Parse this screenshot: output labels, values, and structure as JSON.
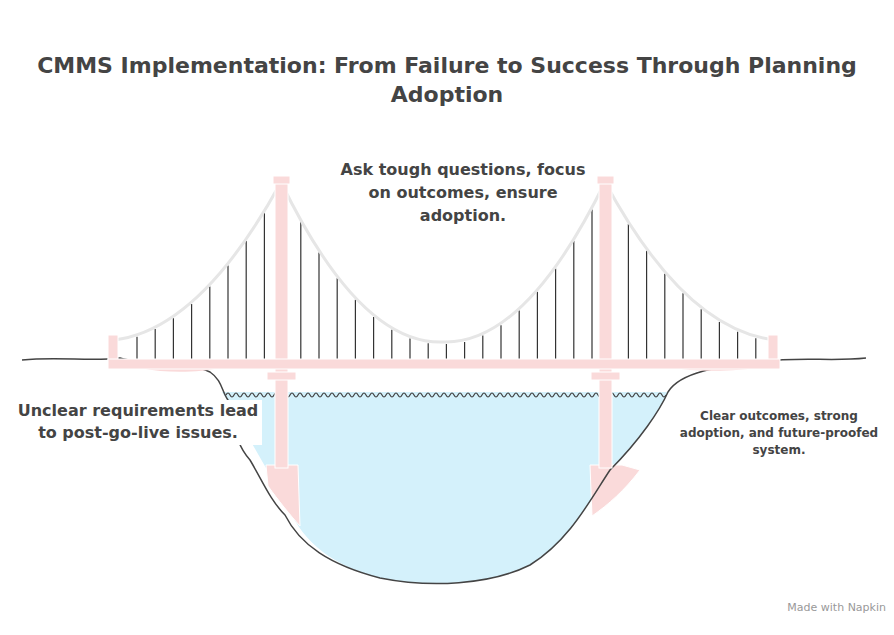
{
  "diagram": {
    "title": "CMMS Implementation: From Failure to Success Through Planning Adoption",
    "labels": [
      "Ask tough questions, focus on outcomes, ensure adoption.",
      "Unclear requirements lead to post-go-live issues.",
      "Clear outcomes, strong adoption, and future-proofed system.",
      "Made with Napkin"
    ]
  }
}
